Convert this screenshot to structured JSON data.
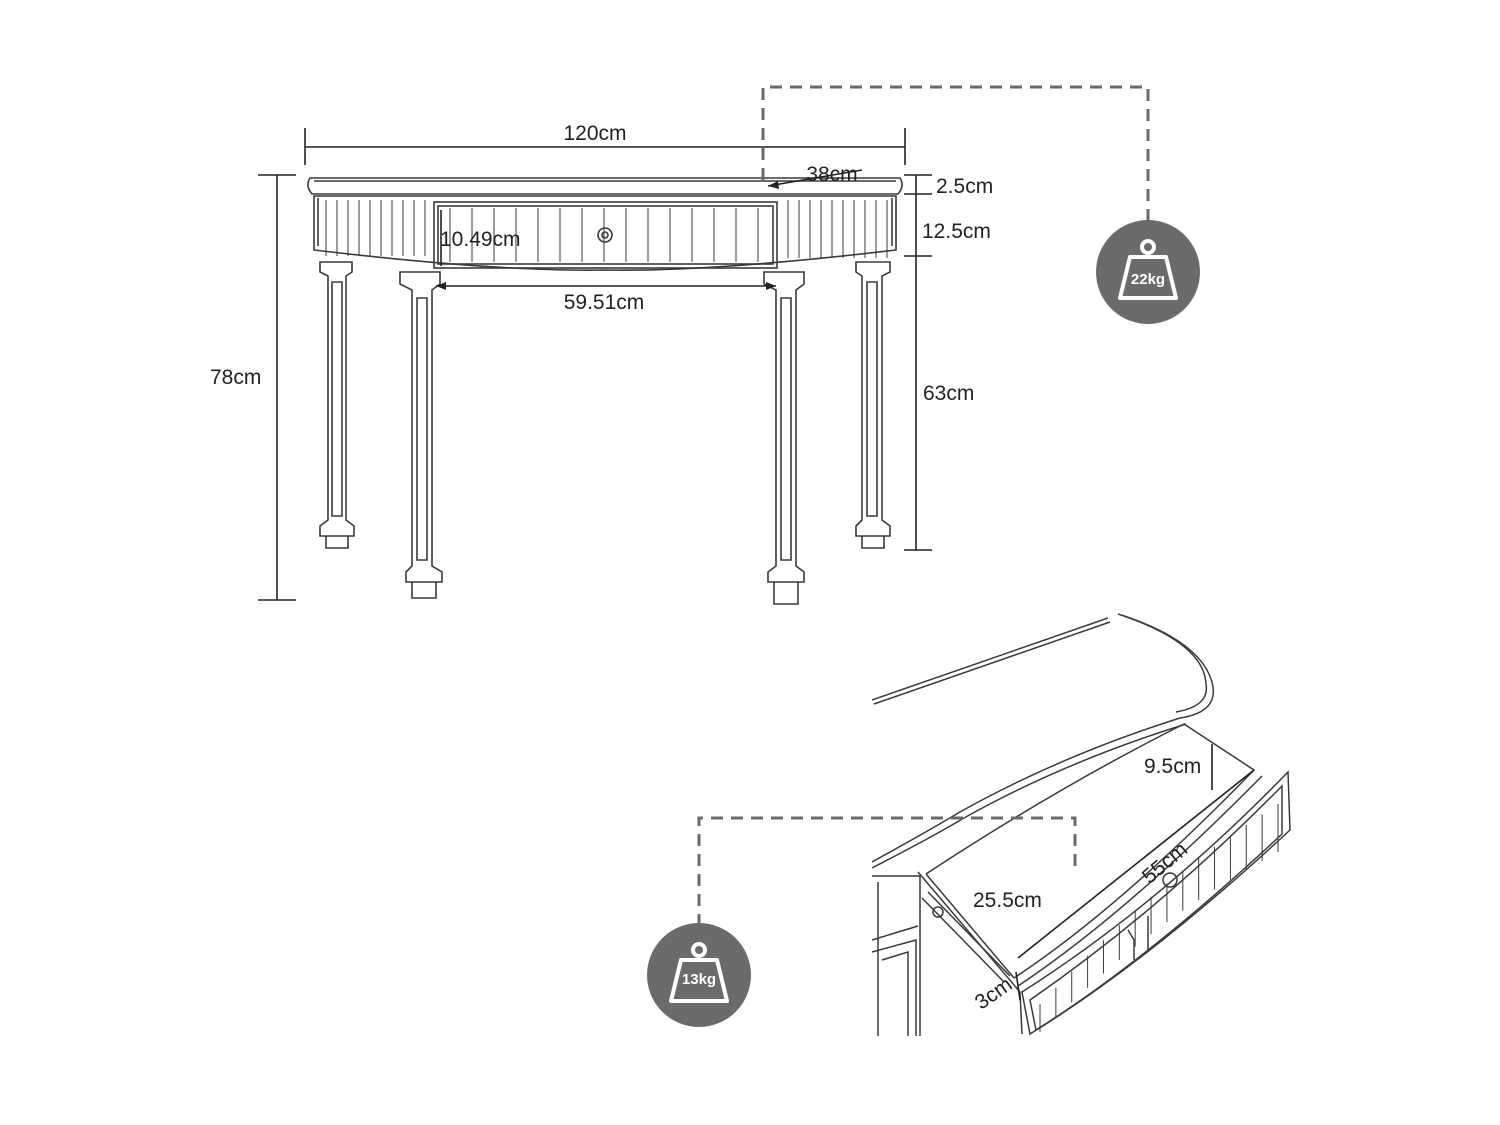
{
  "colors": {
    "line": "#222222",
    "sketch": "#3a3a3a",
    "dash": "#6a6a6a",
    "badge": "#6b6b6b"
  },
  "icons": {
    "weight_top": "weight-icon",
    "weight_bottom": "weight-icon"
  },
  "dimensions": {
    "width": "120cm",
    "depth": "38cm",
    "top_thickness": "2.5cm",
    "apron_height": "12.5cm",
    "drawer_front_height": "10.49cm",
    "drawer_front_width": "59.51cm",
    "total_height": "78cm",
    "leg_height": "63cm",
    "drawer_inner_height": "9.5cm",
    "drawer_length": "55cm",
    "drawer_depth": "25.5cm",
    "drawer_side": "3cm"
  },
  "weights": {
    "table": "22kg",
    "drawer": "13kg"
  }
}
